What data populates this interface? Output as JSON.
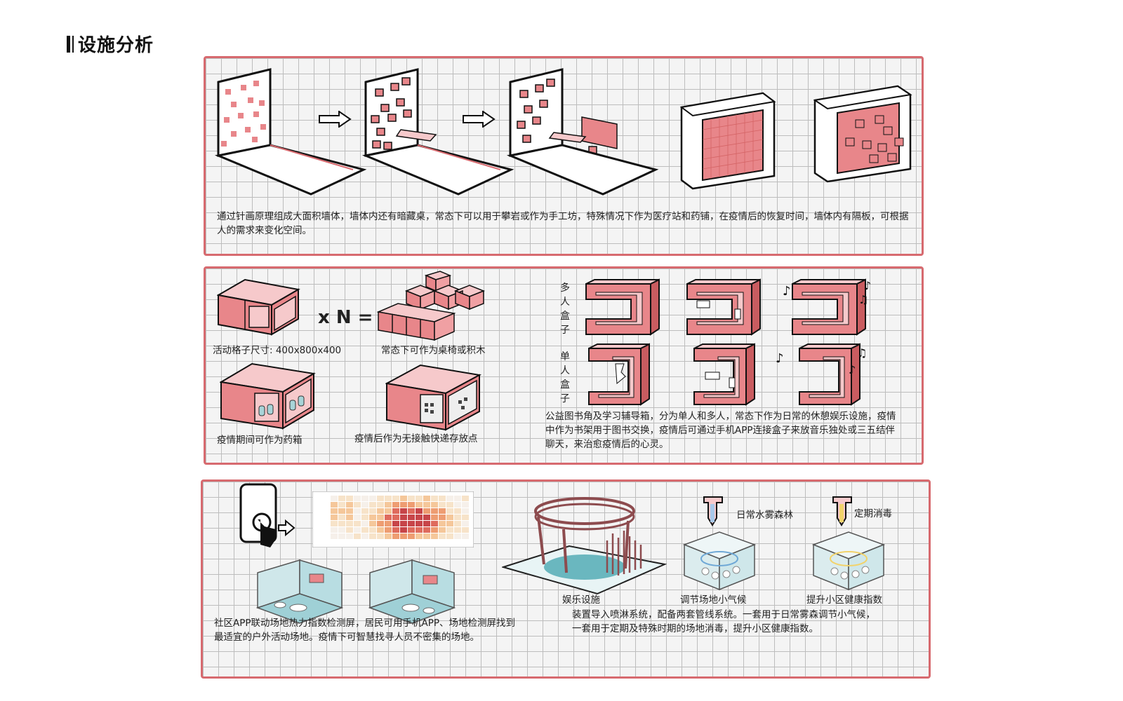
{
  "title": "设施分析",
  "colors": {
    "accent": "#d76a6f",
    "pink": "#e8868a",
    "light_pink": "#f6c9cb",
    "teal": "#6ab7bf"
  },
  "panel1": {
    "description": "通过针画原理组成大面积墙体，墙体内还有暗藏桌，常态下可以用于攀岩或作为手工坊，特殊情况下作为医疗站和药铺，在疫情后的恢复时间，墙体内有隔板，可根据人的需求来变化空间。"
  },
  "panel2": {
    "formula": "x N =",
    "caption_size": "活动格子尺寸: 400x800x400",
    "caption_normal": "常态下可作为桌椅或积木",
    "caption_epidemic": "疫情期间可作为药箱",
    "caption_post": "疫情后作为无接触快递存放点",
    "label_multi": [
      "多",
      "人",
      "盒",
      "子"
    ],
    "label_single": [
      "单",
      "人",
      "盒",
      "子"
    ],
    "description": "公益图书角及学习辅导箱，分为单人和多人，常态下作为日常的休憩娱乐设施，疫情中作为书架用于图书交换，疫情后可通过手机APP连接盒子来放音乐独处或三五结伴聊天，来治愈疫情后的心灵。"
  },
  "panel3": {
    "description_app": "社区APP联动场地热力指数检测屏，居民可用手机APP、场地检测屏找到最适宜的户外活动场地。疫情下可智慧找寻人员不密集的场地。",
    "caption_entertain": "娱乐设施",
    "caption_climate": "调节场地小气候",
    "caption_health": "提升小区健康指数",
    "label_mist": "日常水雾森林",
    "label_disinfect": "定期消毒",
    "description_spray": "装置导入喷淋系统，配备两套管线系统。一套用于日常雾森调节小气候，一套用于定期及特殊时期的场地消毒，提升小区健康指数。"
  }
}
